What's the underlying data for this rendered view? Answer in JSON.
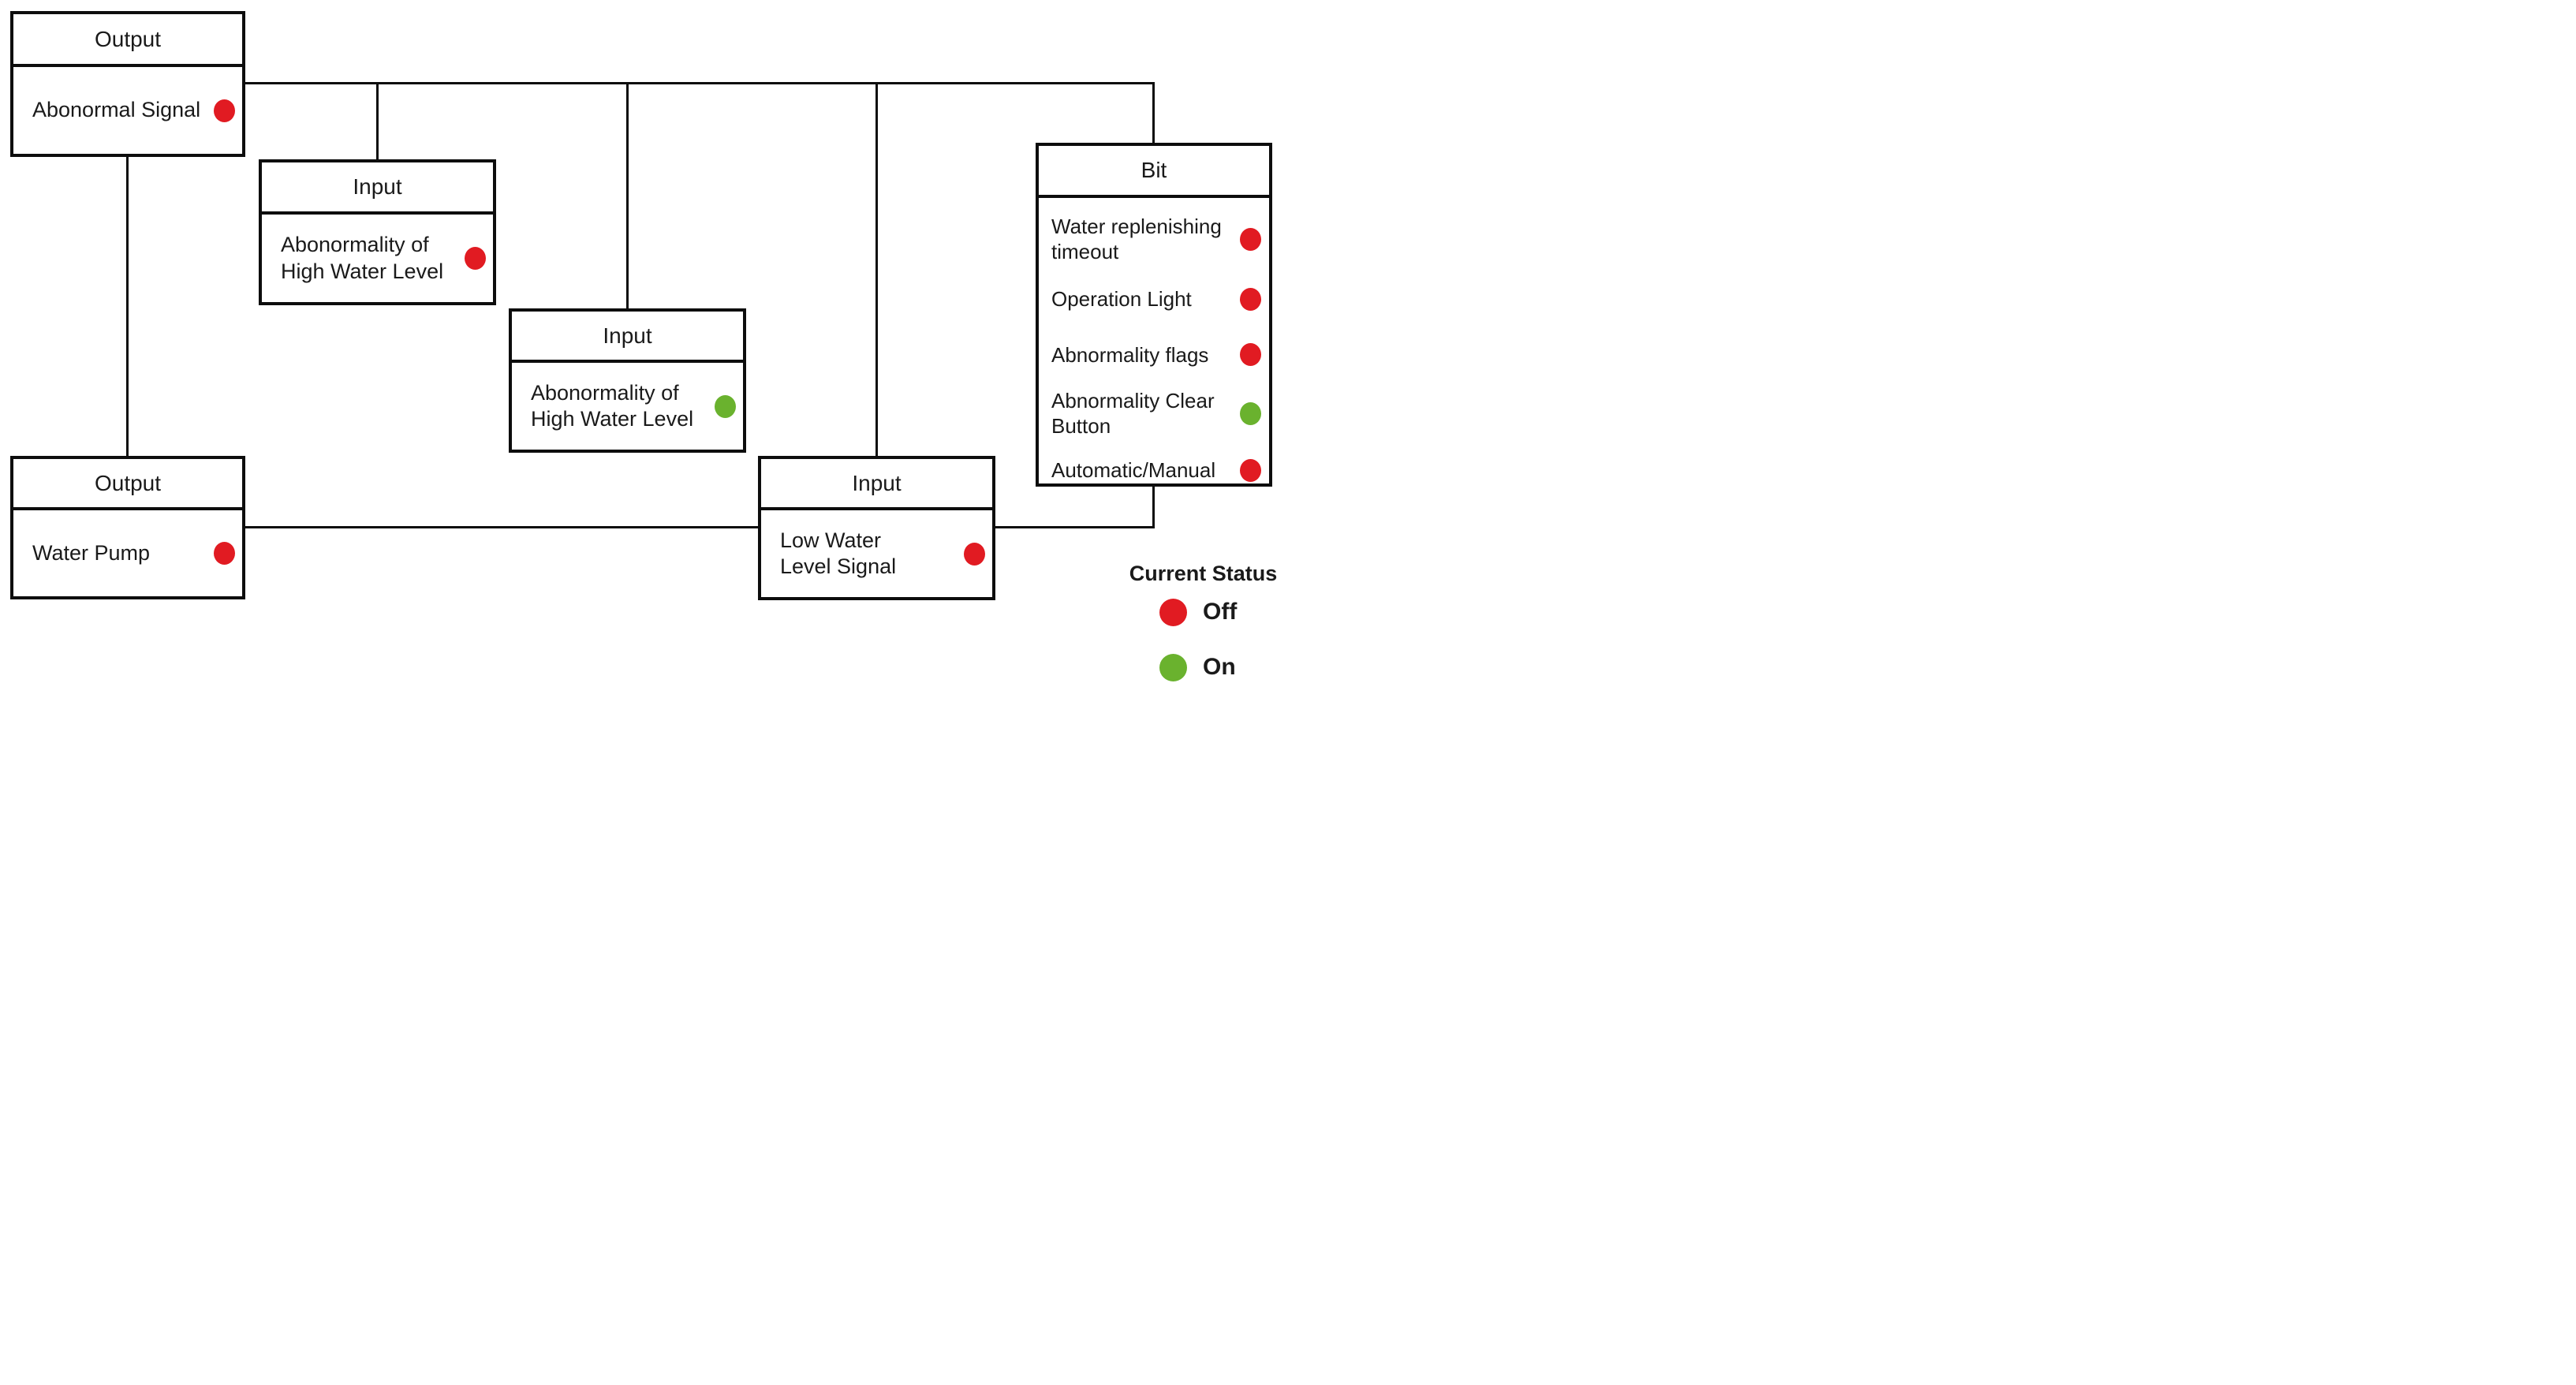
{
  "colors": {
    "off": "#e11b22",
    "on": "#6ab22e",
    "line": "#0d0d0d"
  },
  "boxes": [
    {
      "id": "output-abnormal-signal",
      "header": "Output",
      "items": [
        {
          "label": "Abonormal Signal",
          "status": "off"
        }
      ]
    },
    {
      "id": "input-high-water-level-1",
      "header": "Input",
      "items": [
        {
          "label": "Abonormality of\nHigh Water Level",
          "status": "off"
        }
      ]
    },
    {
      "id": "input-high-water-level-2",
      "header": "Input",
      "items": [
        {
          "label": "Abonormality of\nHigh Water Level",
          "status": "on"
        }
      ]
    },
    {
      "id": "input-low-water-level",
      "header": "Input",
      "items": [
        {
          "label": "Low Water\nLevel Signal",
          "status": "off"
        }
      ]
    },
    {
      "id": "output-water-pump",
      "header": "Output",
      "items": [
        {
          "label": "Water Pump",
          "status": "off"
        }
      ]
    },
    {
      "id": "bit",
      "header": "Bit",
      "items": [
        {
          "label": "Water replenishing\ntimeout",
          "status": "off"
        },
        {
          "label": "Operation Light",
          "status": "off"
        },
        {
          "label": "Abnormality flags",
          "status": "off"
        },
        {
          "label": "Abnormality Clear\nButton",
          "status": "on"
        },
        {
          "label": "Automatic/Manual",
          "status": "off"
        }
      ]
    }
  ],
  "legend": {
    "title": "Current Status",
    "entries": [
      {
        "label": "Off",
        "status": "off"
      },
      {
        "label": "On",
        "status": "on"
      }
    ]
  }
}
